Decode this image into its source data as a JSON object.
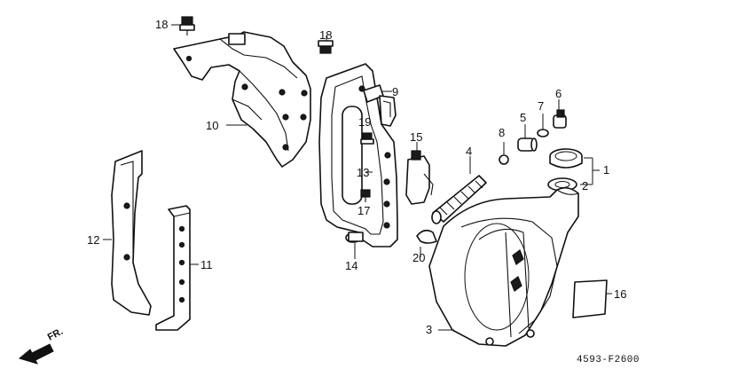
{
  "callouts": {
    "c1": "1",
    "c2": "2",
    "c3": "3",
    "c4": "4",
    "c5": "5",
    "c6": "6",
    "c7": "7",
    "c8": "8",
    "c9": "9",
    "c10": "10",
    "c11": "11",
    "c12": "12",
    "c13": "13",
    "c14": "14",
    "c15": "15",
    "c16": "16",
    "c17": "17",
    "c18a": "18",
    "c18b": "18",
    "c19": "19",
    "c20": "20"
  },
  "front_indicator": "FR.",
  "diagram_code": "4593-F2600"
}
